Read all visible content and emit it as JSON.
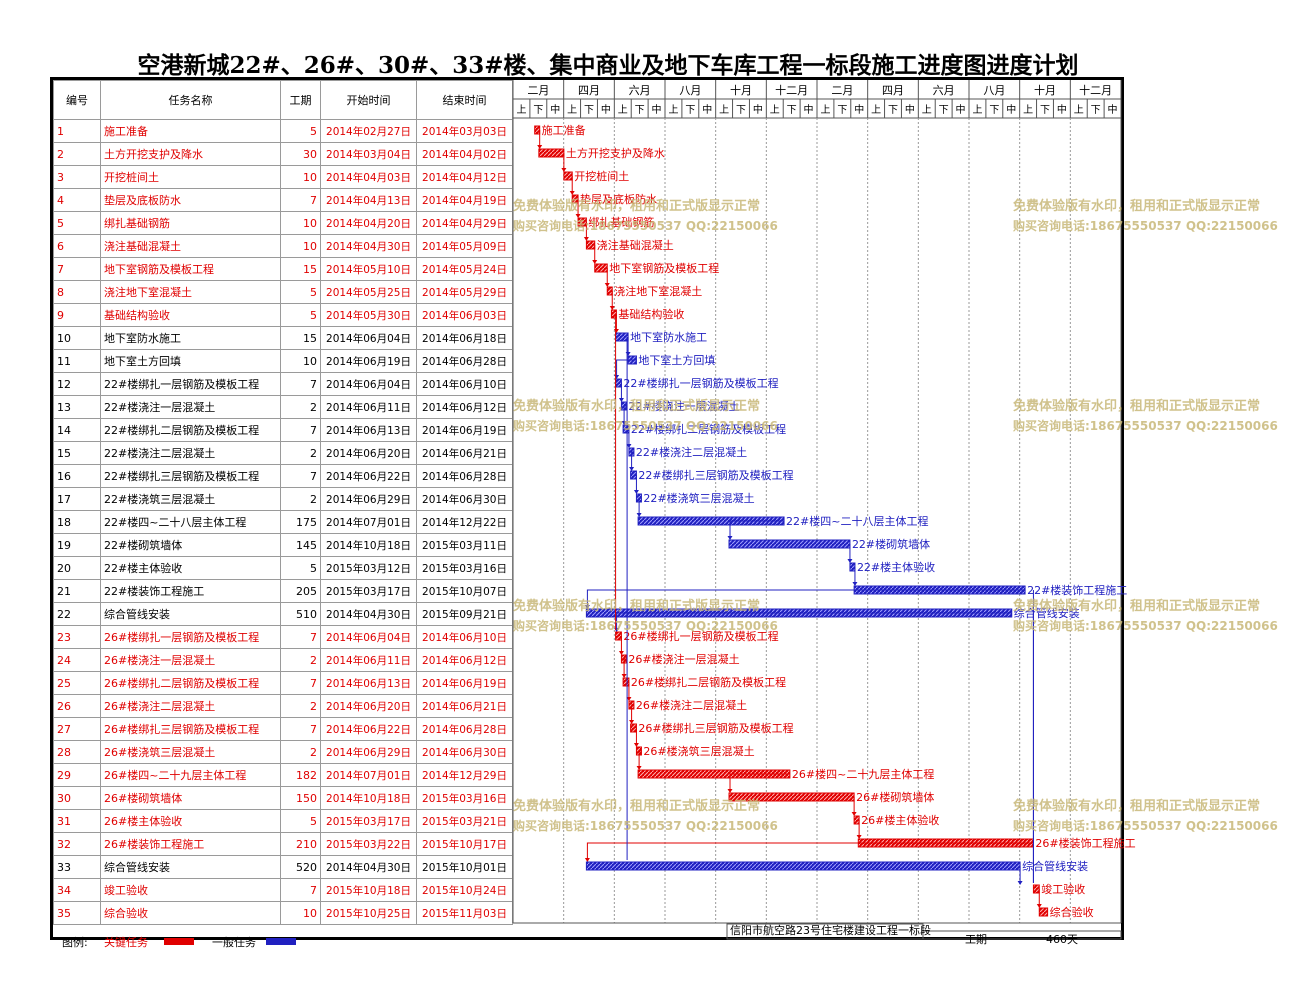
{
  "title": "空港新城22#、26#、30#、33#楼、集中商业及地下车库工程一标段施工进度图进度计划",
  "columns": [
    "编号",
    "任务名称",
    "工期",
    "开始时间",
    "结束时间"
  ],
  "months": [
    "二月",
    "四月",
    "六月",
    "八月",
    "十月",
    "十二月",
    "二月",
    "四月",
    "六月",
    "八月",
    "十月",
    "十二月"
  ],
  "period_labels": [
    "上",
    "下",
    "中",
    "上",
    "下",
    "中",
    "上",
    "下",
    "中",
    "上",
    "下",
    "中",
    "上",
    "下",
    "中",
    "上",
    "下",
    "中",
    "上",
    "下",
    "中",
    "上",
    "下",
    "中",
    "上",
    "下",
    "中",
    "上",
    "下",
    "中",
    "上",
    "下",
    "中",
    "上",
    "下",
    "中"
  ],
  "colors": {
    "critical": "#e00000",
    "normal": "#2020c0",
    "watermark": "#c8b878"
  },
  "watermark": {
    "line1": "免费体验版有水印，租用和正式版显示正常",
    "line2": "购买咨询电话:18675550537 QQ:22150066"
  },
  "legend": {
    "label": "图例:",
    "critical": "关键任务",
    "normal": "一般任务"
  },
  "footer": {
    "project": "信阳市航空路23号住宅楼建设工程一标段",
    "period_label": "工期",
    "period_value": "460天"
  },
  "chart_data": {
    "type": "gantt",
    "x_axis": {
      "start": "2014-02-01",
      "end": "2016-01-31",
      "unit": "month labels every 2 months"
    },
    "tasks": [
      {
        "id": "1",
        "name": "施工准备",
        "duration": "5",
        "start": "2014年02月27日",
        "end": "2014年03月03日",
        "s": "2014-02-27",
        "e": "2014-03-03",
        "critical": true
      },
      {
        "id": "2",
        "name": "土方开挖支护及降水",
        "duration": "30",
        "start": "2014年03月04日",
        "end": "2014年04月02日",
        "s": "2014-03-04",
        "e": "2014-04-02",
        "critical": true
      },
      {
        "id": "3",
        "name": "开挖桩间土",
        "duration": "10",
        "start": "2014年04月03日",
        "end": "2014年04月12日",
        "s": "2014-04-03",
        "e": "2014-04-12",
        "critical": true
      },
      {
        "id": "4",
        "name": "垫层及底板防水",
        "duration": "7",
        "start": "2014年04月13日",
        "end": "2014年04月19日",
        "s": "2014-04-13",
        "e": "2014-04-19",
        "critical": true
      },
      {
        "id": "5",
        "name": "绑扎基础钢筋",
        "duration": "10",
        "start": "2014年04月20日",
        "end": "2014年04月29日",
        "s": "2014-04-20",
        "e": "2014-04-29",
        "critical": true
      },
      {
        "id": "6",
        "name": "浇注基础混凝土",
        "duration": "10",
        "start": "2014年04月30日",
        "end": "2014年05月09日",
        "s": "2014-04-30",
        "e": "2014-05-09",
        "critical": true
      },
      {
        "id": "7",
        "name": "地下室钢筋及模板工程",
        "duration": "15",
        "start": "2014年05月10日",
        "end": "2014年05月24日",
        "s": "2014-05-10",
        "e": "2014-05-24",
        "critical": true
      },
      {
        "id": "8",
        "name": "浇注地下室混凝土",
        "duration": "5",
        "start": "2014年05月25日",
        "end": "2014年05月29日",
        "s": "2014-05-25",
        "e": "2014-05-29",
        "critical": true
      },
      {
        "id": "9",
        "name": "基础结构验收",
        "duration": "5",
        "start": "2014年05月30日",
        "end": "2014年06月03日",
        "s": "2014-05-30",
        "e": "2014-06-03",
        "critical": true
      },
      {
        "id": "10",
        "name": "地下室防水施工",
        "duration": "15",
        "start": "2014年06月04日",
        "end": "2014年06月18日",
        "s": "2014-06-04",
        "e": "2014-06-18",
        "critical": false
      },
      {
        "id": "11",
        "name": "地下室土方回填",
        "duration": "10",
        "start": "2014年06月19日",
        "end": "2014年06月28日",
        "s": "2014-06-19",
        "e": "2014-06-28",
        "critical": false
      },
      {
        "id": "12",
        "name": "22#楼绑扎一层钢筋及模板工程",
        "duration": "7",
        "start": "2014年06月04日",
        "end": "2014年06月10日",
        "s": "2014-06-04",
        "e": "2014-06-10",
        "critical": false
      },
      {
        "id": "13",
        "name": "22#楼浇注一层混凝土",
        "duration": "2",
        "start": "2014年06月11日",
        "end": "2014年06月12日",
        "s": "2014-06-11",
        "e": "2014-06-12",
        "critical": false
      },
      {
        "id": "14",
        "name": "22#楼绑扎二层钢筋及模板工程",
        "duration": "7",
        "start": "2014年06月13日",
        "end": "2014年06月19日",
        "s": "2014-06-13",
        "e": "2014-06-19",
        "critical": false
      },
      {
        "id": "15",
        "name": "22#楼浇注二层混凝土",
        "duration": "2",
        "start": "2014年06月20日",
        "end": "2014年06月21日",
        "s": "2014-06-20",
        "e": "2014-06-21",
        "critical": false
      },
      {
        "id": "16",
        "name": "22#楼绑扎三层钢筋及模板工程",
        "duration": "7",
        "start": "2014年06月22日",
        "end": "2014年06月28日",
        "s": "2014-06-22",
        "e": "2014-06-28",
        "critical": false
      },
      {
        "id": "17",
        "name": "22#楼浇筑三层混凝土",
        "duration": "2",
        "start": "2014年06月29日",
        "end": "2014年06月30日",
        "s": "2014-06-29",
        "e": "2014-06-30",
        "critical": false
      },
      {
        "id": "18",
        "name": "22#楼四~二十八层主体工程",
        "duration": "175",
        "start": "2014年07月01日",
        "end": "2014年12月22日",
        "s": "2014-07-01",
        "e": "2014-12-22",
        "critical": false
      },
      {
        "id": "19",
        "name": "22#楼砌筑墙体",
        "duration": "145",
        "start": "2014年10月18日",
        "end": "2015年03月11日",
        "s": "2014-10-18",
        "e": "2015-03-11",
        "critical": false
      },
      {
        "id": "20",
        "name": "22#楼主体验收",
        "duration": "5",
        "start": "2015年03月12日",
        "end": "2015年03月16日",
        "s": "2015-03-12",
        "e": "2015-03-16",
        "critical": false
      },
      {
        "id": "21",
        "name": "22#楼装饰工程施工",
        "duration": "205",
        "start": "2015年03月17日",
        "end": "2015年10月07日",
        "s": "2015-03-17",
        "e": "2015-10-07",
        "critical": false
      },
      {
        "id": "22",
        "name": "综合管线安装",
        "duration": "510",
        "start": "2014年04月30日",
        "end": "2015年09月21日",
        "s": "2014-04-30",
        "e": "2015-09-21",
        "critical": false
      },
      {
        "id": "23",
        "name": "26#楼绑扎一层钢筋及模板工程",
        "duration": "7",
        "start": "2014年06月04日",
        "end": "2014年06月10日",
        "s": "2014-06-04",
        "e": "2014-06-10",
        "critical": true
      },
      {
        "id": "24",
        "name": "26#楼浇注一层混凝土",
        "duration": "2",
        "start": "2014年06月11日",
        "end": "2014年06月12日",
        "s": "2014-06-11",
        "e": "2014-06-12",
        "critical": true
      },
      {
        "id": "25",
        "name": "26#楼绑扎二层钢筋及模板工程",
        "duration": "7",
        "start": "2014年06月13日",
        "end": "2014年06月19日",
        "s": "2014-06-13",
        "e": "2014-06-19",
        "critical": true
      },
      {
        "id": "26",
        "name": "26#楼浇注二层混凝土",
        "duration": "2",
        "start": "2014年06月20日",
        "end": "2014年06月21日",
        "s": "2014-06-20",
        "e": "2014-06-21",
        "critical": true
      },
      {
        "id": "27",
        "name": "26#楼绑扎三层钢筋及模板工程",
        "duration": "7",
        "start": "2014年06月22日",
        "end": "2014年06月28日",
        "s": "2014-06-22",
        "e": "2014-06-28",
        "critical": true
      },
      {
        "id": "28",
        "name": "26#楼浇筑三层混凝土",
        "duration": "2",
        "start": "2014年06月29日",
        "end": "2014年06月30日",
        "s": "2014-06-29",
        "e": "2014-06-30",
        "critical": true
      },
      {
        "id": "29",
        "name": "26#楼四~二十九层主体工程",
        "duration": "182",
        "start": "2014年07月01日",
        "end": "2014年12月29日",
        "s": "2014-07-01",
        "e": "2014-12-29",
        "critical": true
      },
      {
        "id": "30",
        "name": "26#楼砌筑墙体",
        "duration": "150",
        "start": "2014年10月18日",
        "end": "2015年03月16日",
        "s": "2014-10-18",
        "e": "2015-03-16",
        "critical": true
      },
      {
        "id": "31",
        "name": "26#楼主体验收",
        "duration": "5",
        "start": "2015年03月17日",
        "end": "2015年03月21日",
        "s": "2015-03-17",
        "e": "2015-03-21",
        "critical": true
      },
      {
        "id": "32",
        "name": "26#楼装饰工程施工",
        "duration": "210",
        "start": "2015年03月22日",
        "end": "2015年10月17日",
        "s": "2015-03-22",
        "e": "2015-10-17",
        "critical": true
      },
      {
        "id": "33",
        "name": "综合管线安装",
        "duration": "520",
        "start": "2014年04月30日",
        "end": "2015年10月01日",
        "s": "2014-04-30",
        "e": "2015-10-01",
        "critical": false
      },
      {
        "id": "34",
        "name": "竣工验收",
        "duration": "7",
        "start": "2015年10月18日",
        "end": "2015年10月24日",
        "s": "2015-10-18",
        "e": "2015-10-24",
        "critical": true
      },
      {
        "id": "35",
        "name": "综合验收",
        "duration": "10",
        "start": "2015年10月25日",
        "end": "2015年11月03日",
        "s": "2015-10-25",
        "e": "2015-11-03",
        "critical": true
      }
    ]
  }
}
